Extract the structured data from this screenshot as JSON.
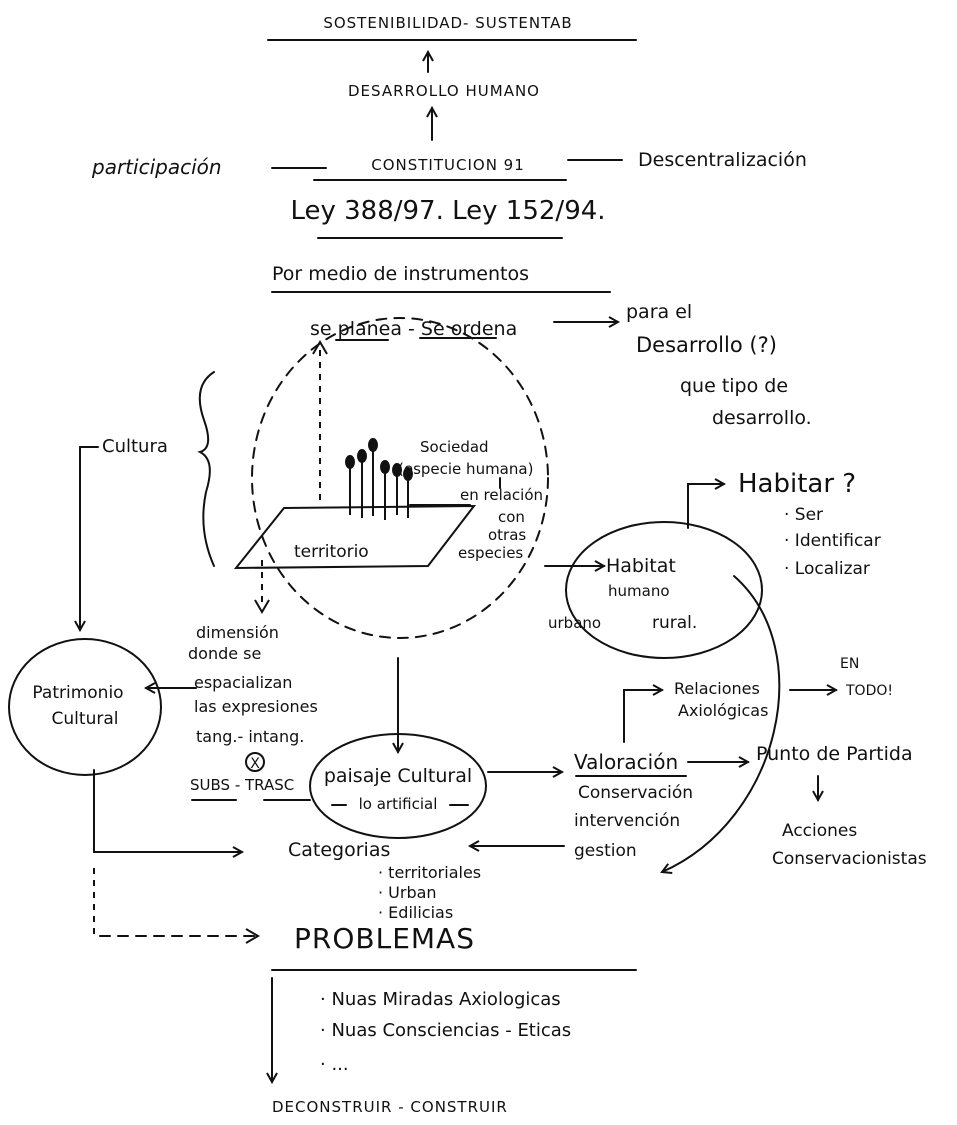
{
  "header": {
    "sostenibilidad": "SOSTENIBILIDAD- SUSTENTAB",
    "desarrollo_humano": "DESARROLLO HUMANO",
    "participacion": "participación",
    "constitucion": "CONSTITUCION 91",
    "descentralizacion": "Descentralización",
    "leyes": "Ley 388/97. Ley 152/94.",
    "instrumentos": "Por medio de instrumentos",
    "planea": "se planea - Se ordena",
    "para_el": "para el",
    "desarrollo_q": "Desarrollo (?)",
    "que_tipo": "que tipo de",
    "desarrollo": "desarrollo."
  },
  "center": {
    "sociedad": "Sociedad",
    "especie": "(especie humana)",
    "en_relacion": "en relación",
    "con": "con",
    "otras": "otras",
    "especies": "especies",
    "territorio": "territorio"
  },
  "left": {
    "cultura": "Cultura",
    "patrimonio": "Patrimonio",
    "cultural": "Cultural",
    "dimension": [
      "dimensión",
      "donde se",
      "espacializan",
      "las expresiones",
      "tang.- intang."
    ],
    "x_mark": "X",
    "subs_trasc": "SUBS - TRASC"
  },
  "habitat": {
    "habitar": "Habitar ?",
    "items": [
      "· Ser",
      "· Identificar",
      "· Localizar"
    ],
    "habitat": "Habitat",
    "humano": "humano",
    "urbano": "urbano",
    "rural": "rural."
  },
  "paisaje": {
    "paisaje": "paisaje Cultural",
    "artificial": "lo artificial"
  },
  "valoracion": {
    "relaciones": "Relaciones",
    "axiologicas": "Axiológicas",
    "en": "EN",
    "todo": "TODO!",
    "valoracion": "Valoración",
    "conservacion": "Conservación",
    "intervencion": "intervención",
    "gestion": "gestion",
    "punto": "Punto de Partida",
    "acciones": "Acciones",
    "conservacionistas": "Conservacionistas"
  },
  "categorias": {
    "title": "Categorias",
    "items": [
      "· territoriales",
      "· Urban",
      "· Edilicias"
    ]
  },
  "problemas": {
    "title": "PROBLEMAS",
    "items": [
      "· Nuas Miradas Axiologicas",
      "· Nuas Consciencias - Eticas",
      "· ..."
    ],
    "footer": "DECONSTRUIR - CONSTRUIR"
  }
}
